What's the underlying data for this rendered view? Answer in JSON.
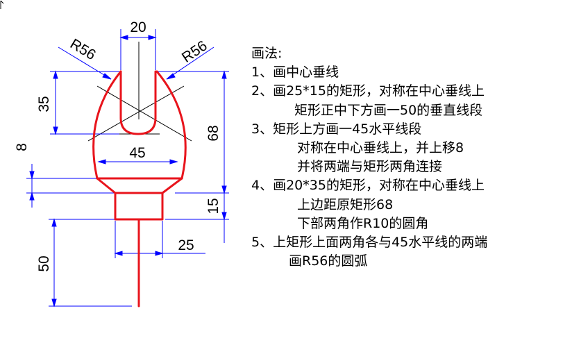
{
  "dimensions": {
    "top_width": "20",
    "radius_left": "R56",
    "radius_right": "R56",
    "left_height_35": "35",
    "offset_8": "8",
    "width_45": "45",
    "right_height_68": "68",
    "right_height_15": "15",
    "bottom_width_25": "25",
    "bottom_length_50": "50"
  },
  "notes": {
    "title": "画法:",
    "lines": [
      "1、画中心垂线",
      "2、画25*15的矩形，对称在中心垂线上",
      "矩形正中下方画一50的垂直线段",
      "3、矩形上方画一45水平线段",
      "对称在中心垂线上，并上移8",
      "并将两端与矩形两角连接",
      "4、画20*35的矩形，对称在中心垂线上",
      "上边距原矩形68",
      "下部两角作R10的圆角",
      "5、上矩形上面两角各与45水平线的两端",
      "画R56的圆弧"
    ]
  },
  "colors": {
    "outline": "#e8141c",
    "dimension_lines": "#0000ff",
    "construction_lines": "#000000",
    "text": "#000000"
  }
}
